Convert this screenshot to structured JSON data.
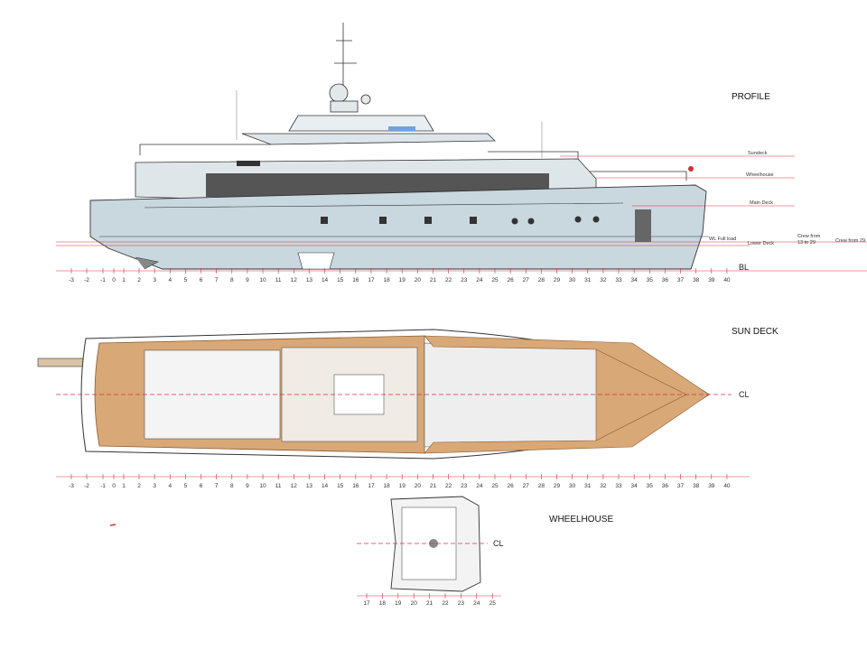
{
  "views": {
    "profile": {
      "title": "PROFILE",
      "baseline_label": "BL"
    },
    "sun_deck": {
      "title": "SUN DECK",
      "centerline_label": "CL"
    },
    "wheelhouse": {
      "title": "WHEELHOUSE",
      "centerline_label": "CL"
    }
  },
  "deck_levels": [
    {
      "label": "Sundeck"
    },
    {
      "label": "Wheelhouse"
    },
    {
      "label": "Main Deck"
    },
    {
      "label": "WL Full load"
    },
    {
      "label": "Lower Deck"
    }
  ],
  "crew_notes": [
    "Crew from",
    "13 to 29",
    "Crew from  29"
  ],
  "frames_main": [
    "-3",
    "-2",
    "-1",
    "0",
    "1",
    "2",
    "3",
    "4",
    "5",
    "6",
    "7",
    "8",
    "9",
    "10",
    "11",
    "12",
    "13",
    "14",
    "15",
    "16",
    "17",
    "18",
    "19",
    "20",
    "21",
    "22",
    "23",
    "24",
    "25",
    "26",
    "27",
    "28",
    "29",
    "30",
    "31",
    "32",
    "33",
    "34",
    "35",
    "36",
    "37",
    "38",
    "39",
    "40"
  ],
  "frames_wheelhouse": [
    "17",
    "18",
    "19",
    "20",
    "21",
    "22",
    "23",
    "24",
    "25"
  ],
  "colors": {
    "hull": "#c9d7df",
    "superstructure": "#dfe6ea",
    "teak": "#d9a877",
    "ref_line": "#d9303a",
    "outline": "#333333"
  }
}
